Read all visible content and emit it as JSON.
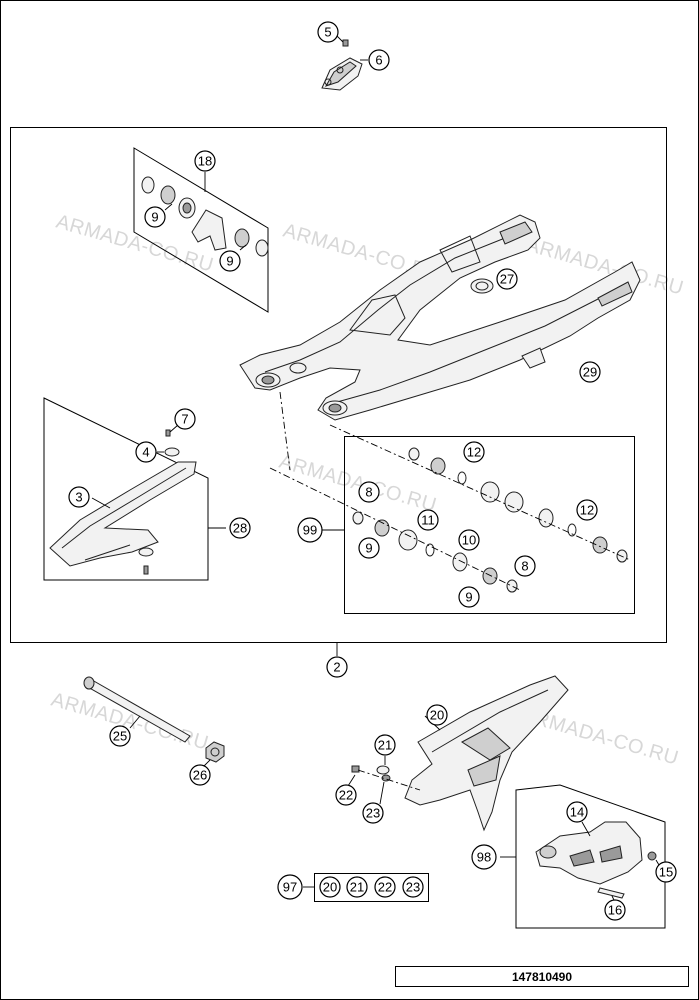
{
  "watermarks": [
    "ARMADA-CO.RU",
    "ARMADA-CO.RU",
    "ARMADA-CO.RU",
    "ARMADA-CO.RU",
    "ARMADA-CO.RU",
    "ARMADA-CO.RU"
  ],
  "callouts": {
    "c5": "5",
    "c6": "6",
    "c18": "18",
    "c9a": "9",
    "c9b": "9",
    "c27": "27",
    "c29": "29",
    "c7": "7",
    "c4": "4",
    "c3": "3",
    "c28": "28",
    "c12a": "12",
    "c8a": "8",
    "c99": "99",
    "c11": "11",
    "c9c": "9",
    "c10": "10",
    "c12b": "12",
    "c8b": "8",
    "c9d": "9",
    "c2": "2",
    "c20": "20",
    "c21": "21",
    "c25": "25",
    "c26": "26",
    "c22": "22",
    "c23": "23",
    "c14": "14",
    "c98": "98",
    "c15": "15",
    "c16": "16",
    "c97": "97",
    "k20": "20",
    "k21": "21",
    "k22": "22",
    "k23": "23"
  },
  "drawing_id": "147810490"
}
